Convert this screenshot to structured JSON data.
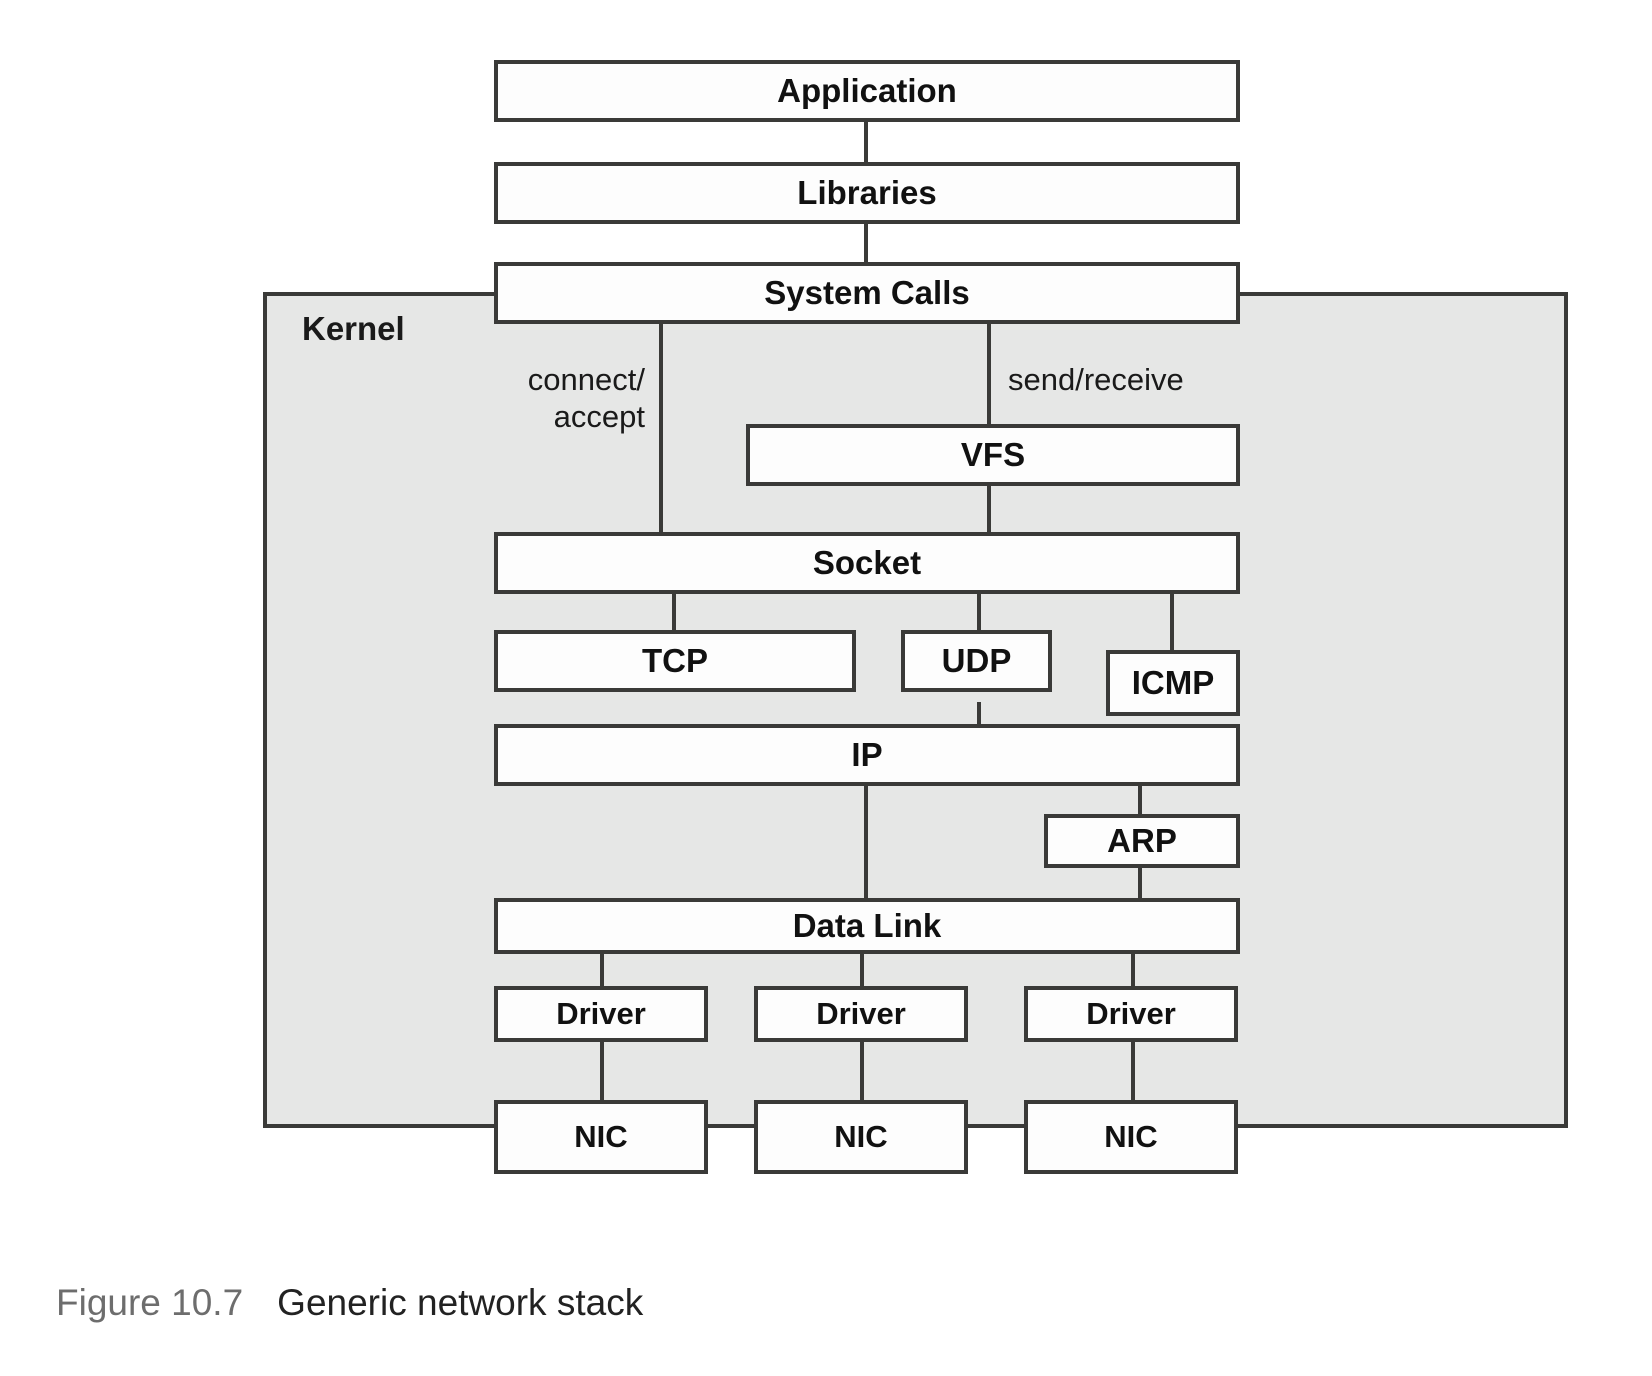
{
  "figure": {
    "number": "Figure 10.7",
    "title": "Generic network stack"
  },
  "diagram": {
    "type": "layered-block-diagram",
    "kernel_label": "Kernel",
    "background_color": "#ffffff",
    "kernel_fill": "#e6e7e6",
    "box_fill": "#fdfdfd",
    "line_color": "#3a3a38",
    "boxes": [
      {
        "id": "application",
        "label": "Application",
        "inside_kernel": false
      },
      {
        "id": "libraries",
        "label": "Libraries",
        "inside_kernel": false
      },
      {
        "id": "syscalls",
        "label": "System Calls",
        "inside_kernel": false
      },
      {
        "id": "vfs",
        "label": "VFS",
        "inside_kernel": true
      },
      {
        "id": "socket",
        "label": "Socket",
        "inside_kernel": true
      },
      {
        "id": "tcp",
        "label": "TCP",
        "inside_kernel": true
      },
      {
        "id": "udp",
        "label": "UDP",
        "inside_kernel": true
      },
      {
        "id": "icmp",
        "label": "ICMP",
        "inside_kernel": true
      },
      {
        "id": "ip",
        "label": "IP",
        "inside_kernel": true
      },
      {
        "id": "arp",
        "label": "ARP",
        "inside_kernel": true
      },
      {
        "id": "datalink",
        "label": "Data Link",
        "inside_kernel": true
      },
      {
        "id": "driver1",
        "label": "Driver",
        "inside_kernel": true
      },
      {
        "id": "driver2",
        "label": "Driver",
        "inside_kernel": true
      },
      {
        "id": "driver3",
        "label": "Driver",
        "inside_kernel": true
      },
      {
        "id": "nic1",
        "label": "NIC",
        "inside_kernel": false
      },
      {
        "id": "nic2",
        "label": "NIC",
        "inside_kernel": false
      },
      {
        "id": "nic3",
        "label": "NIC",
        "inside_kernel": false
      }
    ],
    "edge_labels": [
      {
        "id": "connect-accept",
        "label": "connect/\naccept",
        "from": "syscalls",
        "to": "socket"
      },
      {
        "id": "send-receive",
        "label": "send/receive",
        "from": "syscalls",
        "to": "vfs"
      }
    ],
    "connections": [
      {
        "from": "application",
        "to": "libraries"
      },
      {
        "from": "libraries",
        "to": "syscalls"
      },
      {
        "from": "syscalls",
        "to": "socket",
        "label": "connect/accept"
      },
      {
        "from": "syscalls",
        "to": "vfs",
        "label": "send/receive"
      },
      {
        "from": "vfs",
        "to": "socket"
      },
      {
        "from": "socket",
        "to": "tcp"
      },
      {
        "from": "socket",
        "to": "udp"
      },
      {
        "from": "socket",
        "to": "icmp"
      },
      {
        "from": "tcp",
        "to": "ip"
      },
      {
        "from": "udp",
        "to": "ip"
      },
      {
        "from": "icmp",
        "to": "ip"
      },
      {
        "from": "ip",
        "to": "datalink"
      },
      {
        "from": "ip",
        "to": "arp"
      },
      {
        "from": "arp",
        "to": "datalink"
      },
      {
        "from": "datalink",
        "to": "driver1"
      },
      {
        "from": "datalink",
        "to": "driver2"
      },
      {
        "from": "datalink",
        "to": "driver3"
      },
      {
        "from": "driver1",
        "to": "nic1"
      },
      {
        "from": "driver2",
        "to": "nic2"
      },
      {
        "from": "driver3",
        "to": "nic3"
      }
    ]
  }
}
